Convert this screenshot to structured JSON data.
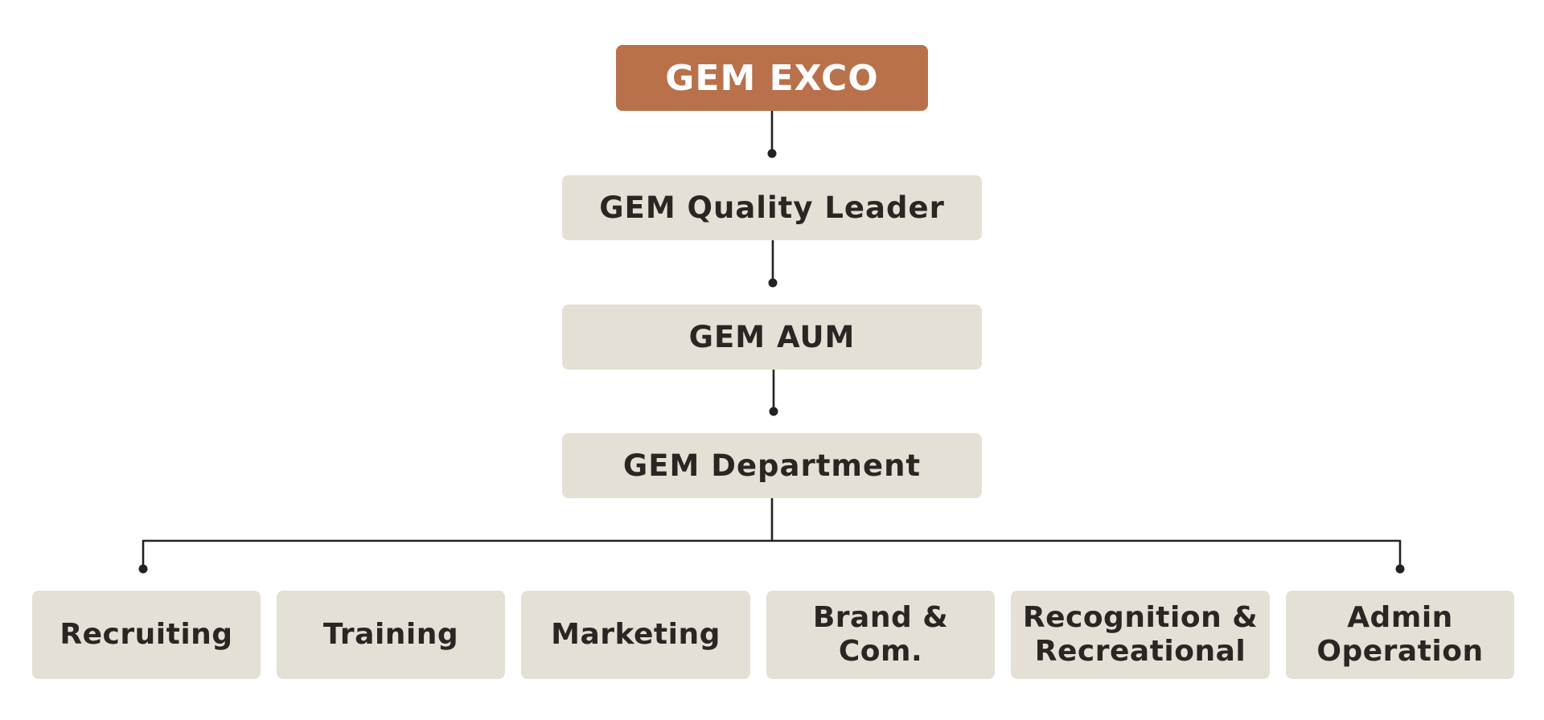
{
  "org_chart": {
    "top": {
      "label": "GEM EXCO"
    },
    "levels": [
      {
        "label": "GEM Quality Leader"
      },
      {
        "label": "GEM AUM"
      },
      {
        "label": "GEM Department"
      }
    ],
    "departments": [
      {
        "label": "Recruiting"
      },
      {
        "label": "Training"
      },
      {
        "label": "Marketing"
      },
      {
        "label": "Brand & Com."
      },
      {
        "label": "Recognition &\nRecreational"
      },
      {
        "label": "Admin\nOperation"
      }
    ]
  },
  "colors": {
    "top_box": "#b8714b",
    "box": "#e4e0d5",
    "text": "#2b2623",
    "connector": "#222222"
  }
}
